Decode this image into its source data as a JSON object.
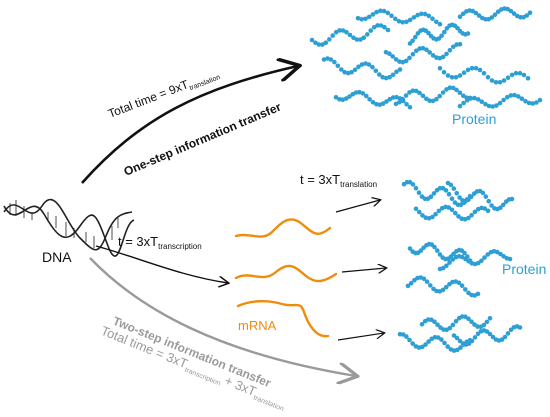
{
  "labels": {
    "dna": "DNA",
    "mrna": "mRNA",
    "protein_top": "Protein",
    "protein_right": "Protein"
  },
  "one_step": {
    "total_time_prefix": "Total time = 9xT",
    "total_time_sub": "translation",
    "title": "One-step information transfer"
  },
  "two_step": {
    "transcription_prefix": "t = 3xT",
    "transcription_sub": "transcription",
    "translation_prefix": "t = 3xT",
    "translation_sub": "translation",
    "title": "Two-step information transfer",
    "total_prefix": "Total time = 3xT",
    "total_sub1": "transcription",
    "total_plus": "+ 3xT",
    "total_sub2": "translation"
  },
  "colors": {
    "protein": "#2e9fd4",
    "mrna": "#f08c0c",
    "arrow_black": "#111111",
    "arrow_gray": "#9a9a9a",
    "dna": "#222222"
  }
}
